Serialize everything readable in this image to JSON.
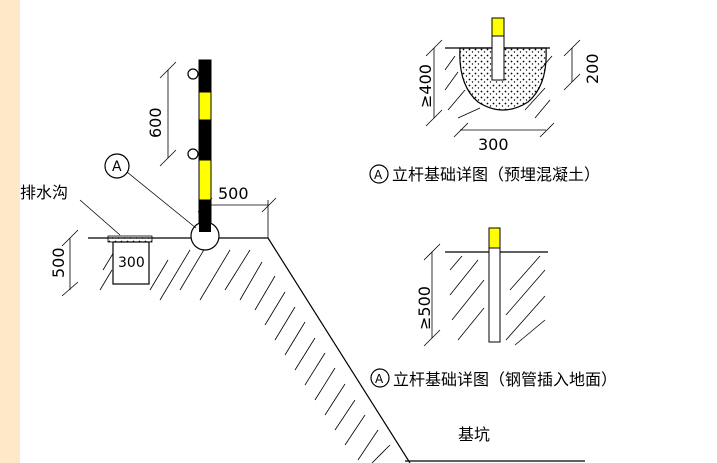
{
  "colors": {
    "background": "#ffffff",
    "left_strip": "#fde9c8",
    "pole_yellow": "#ffff00",
    "pole_black": "#000000"
  },
  "labels": {
    "drain": "排水沟",
    "drain_width": "300",
    "drain_depth": "500",
    "pole_height": "600",
    "setback": "500",
    "callout": "A",
    "pit": "基坑",
    "detail1_title": "立杆基础详图（预埋混凝土）",
    "detail1_depth": "≥400",
    "detail1_embed": "200",
    "detail1_width": "300",
    "detail2_title": "立杆基础详图（钢管插入地面）",
    "detail2_depth": "≥500"
  }
}
